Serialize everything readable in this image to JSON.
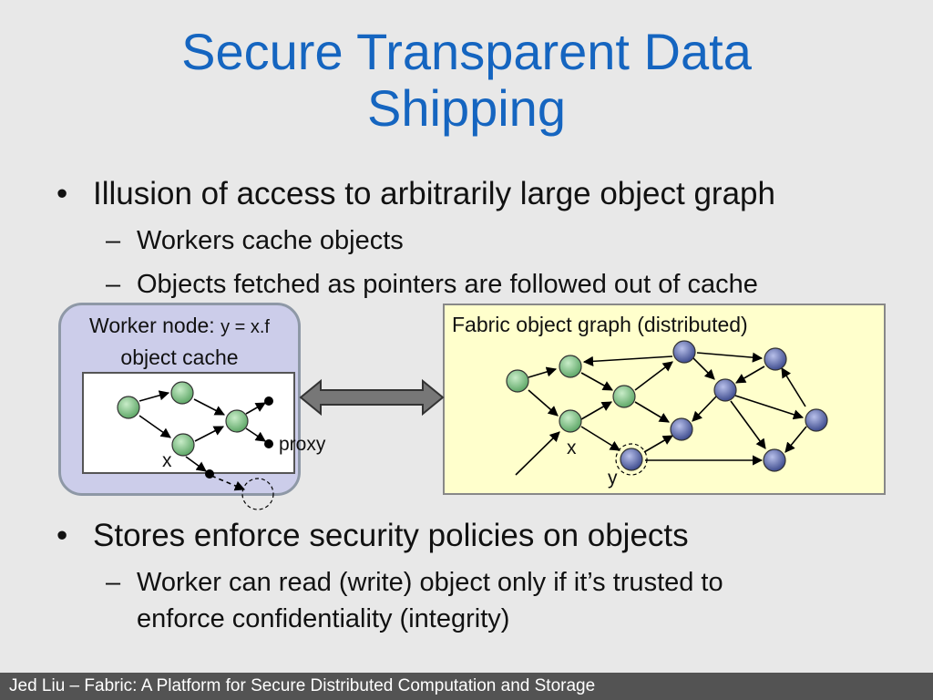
{
  "slide": {
    "title_lines": [
      "Secure Transparent Data",
      "Shipping"
    ],
    "bullets": [
      {
        "text": "Illusion of access to arbitrarily large object graph",
        "subs": [
          "Workers cache objects",
          "Objects fetched as pointers are followed out of cache"
        ]
      },
      {
        "text": "Stores enforce security policies on objects",
        "subs": [
          "Worker can read (write) object only if it’s trusted to",
          "enforce confidentiality (integrity)"
        ]
      }
    ],
    "bullet_glyph": "•",
    "dash_glyph": "–"
  },
  "worker_panel": {
    "label_main": "Worker node:",
    "label_code": "y = x.f",
    "label_line2": "object cache",
    "node_x_label": "x",
    "proxy_label": "proxy",
    "colors": {
      "background": "#cccdea",
      "border": "#8e98a6"
    }
  },
  "fabric_panel": {
    "label": "Fabric object graph (distributed)",
    "node_x_label": "x",
    "node_y_label": "y",
    "colors": {
      "background": "#ffffcc",
      "green_node": "#7dbf82",
      "blue_node": "#5c6aa6"
    }
  },
  "footer": {
    "text": "Jed Liu – Fabric: A Platform for Secure Distributed Computation and Storage"
  },
  "colors": {
    "title": "#1565c0",
    "footer_bg": "#535353",
    "slide_bg": "#e8e8e8"
  }
}
